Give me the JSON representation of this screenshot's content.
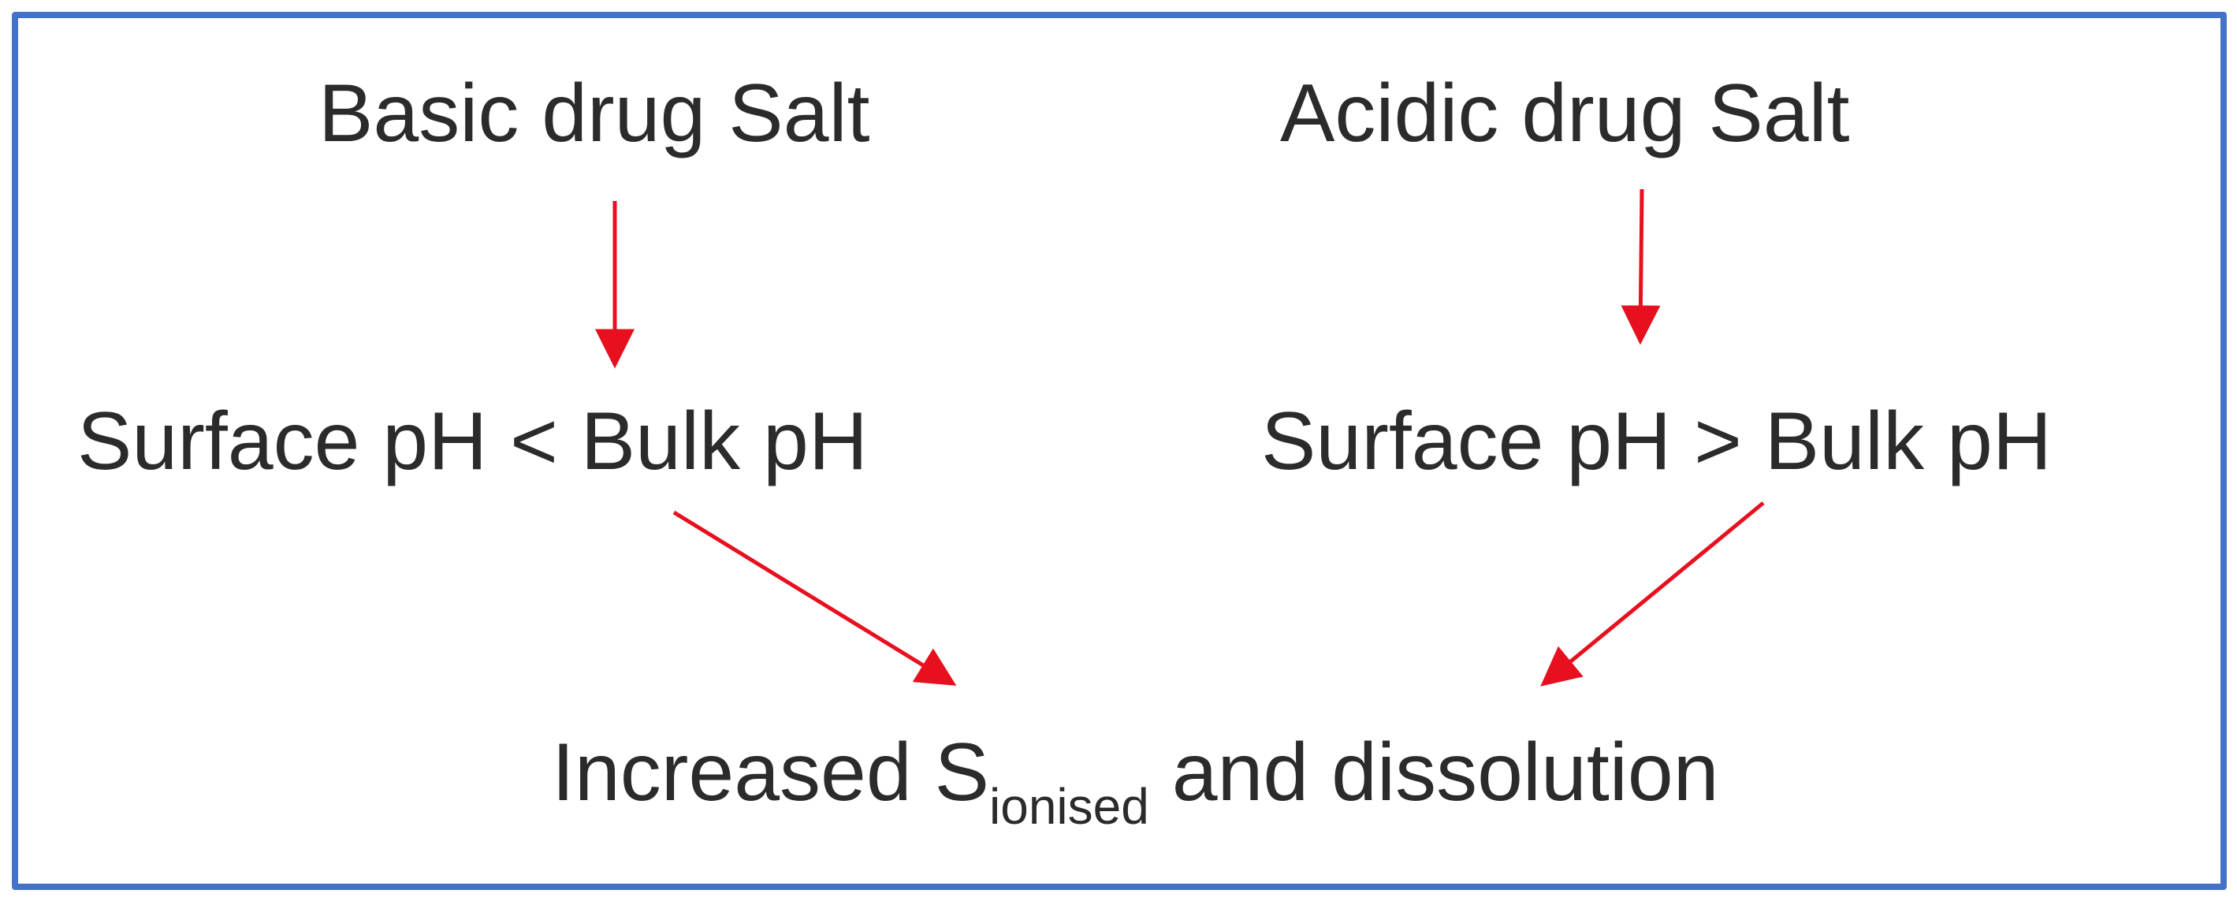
{
  "nodes": {
    "basic_salt": "Basic drug Salt",
    "acidic_salt": "Acidic drug Salt",
    "surface_lt_bulk": "Surface pH < Bulk pH",
    "surface_gt_bulk": "Surface pH > Bulk pH",
    "result": {
      "prefix": "Increased S",
      "subscript": "ionised",
      "suffix": " and dissolution"
    }
  },
  "colors": {
    "arrow": "#e8101e",
    "border": "#4472c4",
    "text": "#2b2b2b"
  },
  "edges": [
    {
      "from": "basic_salt",
      "to": "surface_lt_bulk"
    },
    {
      "from": "acidic_salt",
      "to": "surface_gt_bulk"
    },
    {
      "from": "surface_lt_bulk",
      "to": "result"
    },
    {
      "from": "surface_gt_bulk",
      "to": "result"
    }
  ]
}
